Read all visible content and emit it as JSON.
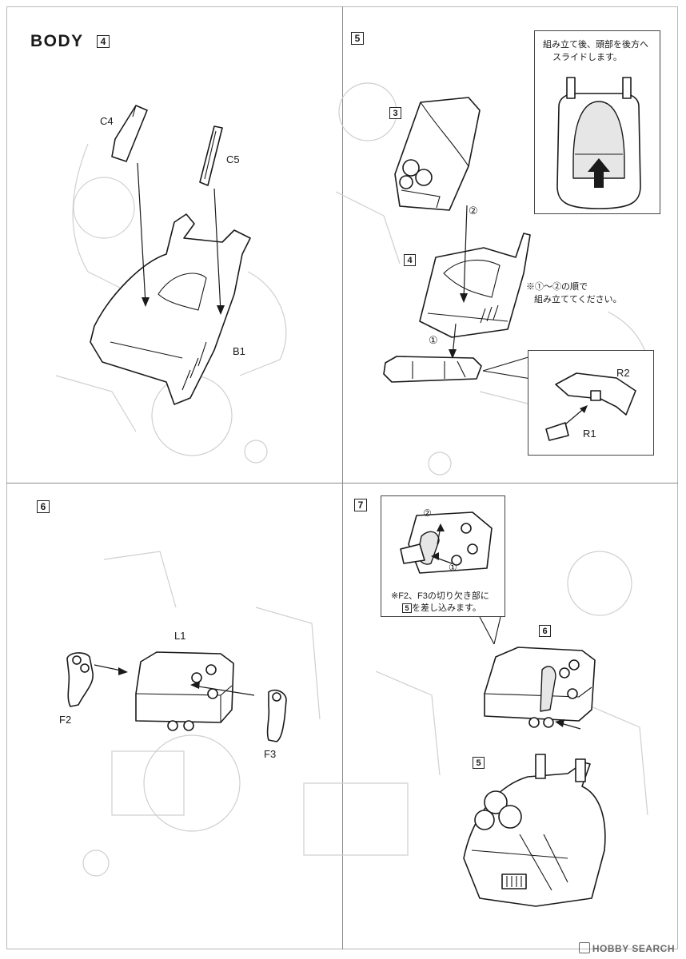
{
  "section_title": "BODY",
  "steps": {
    "s4": {
      "number": "4",
      "parts": {
        "c4": "C4",
        "c5": "C5",
        "b1": "B1"
      }
    },
    "s5": {
      "number": "5",
      "refs": {
        "r3": "3",
        "r4": "4"
      },
      "order_marks": {
        "m1": "①",
        "m2": "②"
      },
      "note_top_line1": "組み立て後、頭部を後方へ",
      "note_top_line2": "スライドします。",
      "note_order_line1": "※①～②の順で",
      "note_order_line2": "組み立ててください。",
      "parts": {
        "r1": "R1",
        "r2": "R2"
      }
    },
    "s6": {
      "number": "6",
      "parts": {
        "l1": "L1",
        "f2": "F2",
        "f3": "F3"
      }
    },
    "s7": {
      "number": "7",
      "refs": {
        "r6": "6",
        "r5": "5"
      },
      "order_marks": {
        "m1": "①",
        "m2": "②"
      },
      "note_line1": "※F2、F3の切り欠き部に",
      "note_ref": "5",
      "note_line2_suffix": "を差し込みます。"
    }
  },
  "watermark": "HOBBY SEARCH",
  "icons": [
    "arrow-icon",
    "hobby-search-logo-icon"
  ]
}
